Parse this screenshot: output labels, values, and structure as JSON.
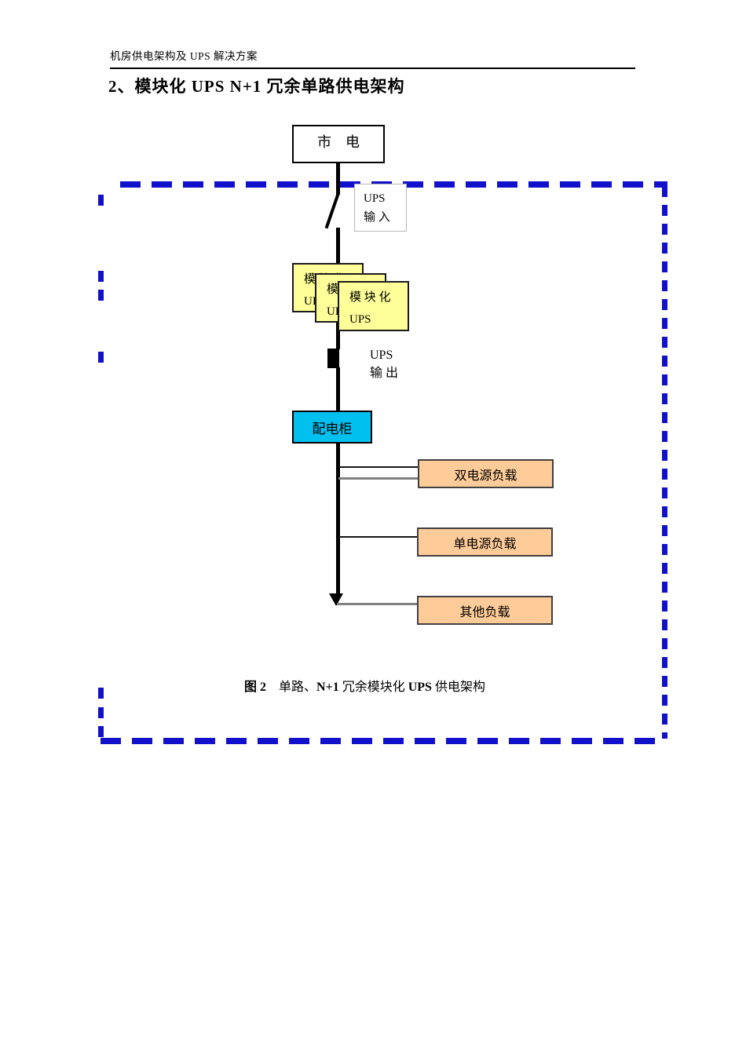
{
  "page": {
    "header": "机房供电架构及 UPS 解决方案",
    "title": "2、模块化 UPS N+1 冗余单路供电架构"
  },
  "diagram": {
    "utility_box": "市　电",
    "ups_input": {
      "line1": "UPS",
      "line2": "输 入"
    },
    "module_box": {
      "line1": "模 块 化",
      "line2": "UPS"
    },
    "ups_output": {
      "line1": "UPS",
      "line2": "输 出"
    },
    "cabinet_box": "配电柜",
    "loads": [
      {
        "label": "双电源负载"
      },
      {
        "label": "单电源负载"
      },
      {
        "label": "其他负载"
      }
    ],
    "colors": {
      "boundary_dash": "#1111cc",
      "module_fill": "#ffff99",
      "cabinet_fill": "#00c0f0",
      "load_fill": "#ffcc99",
      "gray_connector": "#808080"
    }
  },
  "caption": {
    "fig_label": "图 2",
    "part2": "　单路、",
    "part3": "N+1",
    "part4": " 冗余模块化 ",
    "part5": "UPS",
    "part6": " 供电架构"
  }
}
